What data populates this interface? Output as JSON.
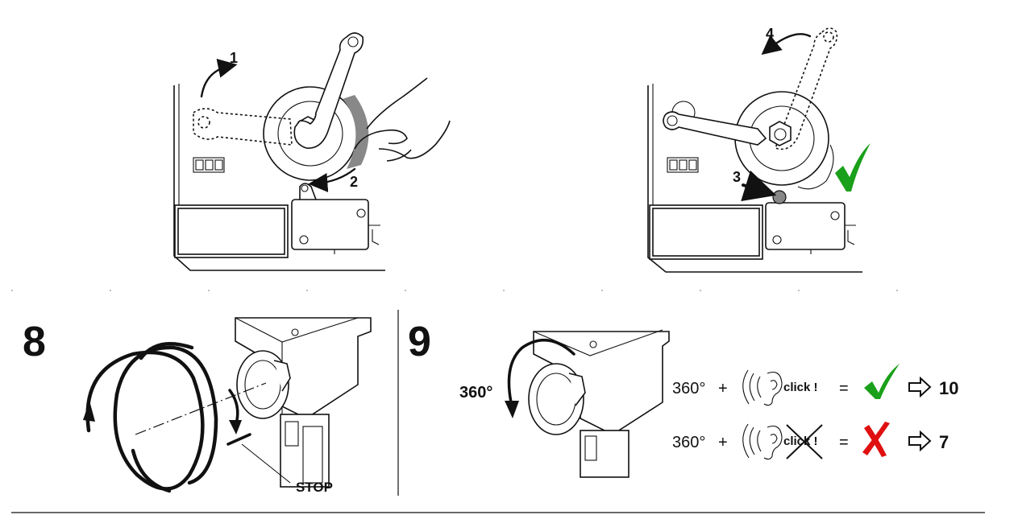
{
  "steps": {
    "top_left": {
      "callout_1": "1",
      "callout_2": "2"
    },
    "top_right": {
      "callout_3": "3",
      "callout_4": "4"
    },
    "step8": {
      "number": "8",
      "stop_label": "STOP"
    },
    "step9": {
      "number": "9",
      "rotation_label": "360°",
      "row_ok": {
        "degrees": "360°",
        "plus": "+",
        "sound": "click !",
        "equals": "=",
        "goto": "10"
      },
      "row_fail": {
        "degrees": "360°",
        "plus": "+",
        "sound": "click !",
        "equals": "=",
        "goto": "7"
      }
    }
  },
  "icons": {
    "check": "check-icon",
    "cross": "cross-icon",
    "ear": "ear-icon",
    "arrow": "outline-arrow-right-icon",
    "check_color": "#1aa01a",
    "cross_color": "#e01010"
  }
}
